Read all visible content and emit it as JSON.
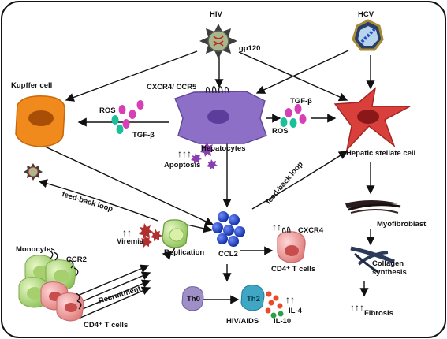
{
  "labels": {
    "hiv": "HIV",
    "hcv": "HCV",
    "gp120": "gp120",
    "kupffer": "Kupffer cell",
    "cxcr4_ccr5": "CXCR4/ CCR5",
    "ros_left": "ROS",
    "tgfb_left": "TGF-β",
    "tgfb_right": "TGF-β",
    "ros_right": "ROS",
    "hepatocytes": "Hepatocytes",
    "apoptosis": "Apoptosis",
    "hsc": "Hepatic stellate cell",
    "feedback_left": "feed-back loop",
    "feedback_right": "feed-back loop",
    "myofibroblast": "Myofibroblast",
    "monocytes": "Monocytes",
    "ccr2": "CCR2",
    "viremia": "Viremia",
    "replication": "Replication",
    "ccl2": "CCL2",
    "cxcr4": "CXCR4",
    "cd4_mid": "CD4⁺ T cells",
    "collagen": "Collagen\nsynthesis",
    "recruitment": "Recruitment",
    "cd4_bottom": "CD4⁺ T cells",
    "th0": "Th0",
    "th2": "Th2",
    "il4": "IL-4",
    "il10": "IL-10",
    "hiv_aids": "HIV/AIDS",
    "fibrosis": "Fibrosis",
    "up2": "↑↑",
    "up3": "↑↑↑"
  },
  "colors": {
    "kupffer": "#f08a1c",
    "hepatocyte": "#8e6fc8",
    "hsc": "#d9403c",
    "ccl2": "#1f3fbf",
    "replication": "#9bd35a",
    "tcell": "#f2a7a7",
    "monocyte": "#b5d98a",
    "th0": "#9f8fc7",
    "th2": "#3fa7c4",
    "ros": "#1bbf9a",
    "tgfb": "#d63fb5",
    "apoptosis": "#8a3fb0",
    "il": "#e84a2a"
  }
}
